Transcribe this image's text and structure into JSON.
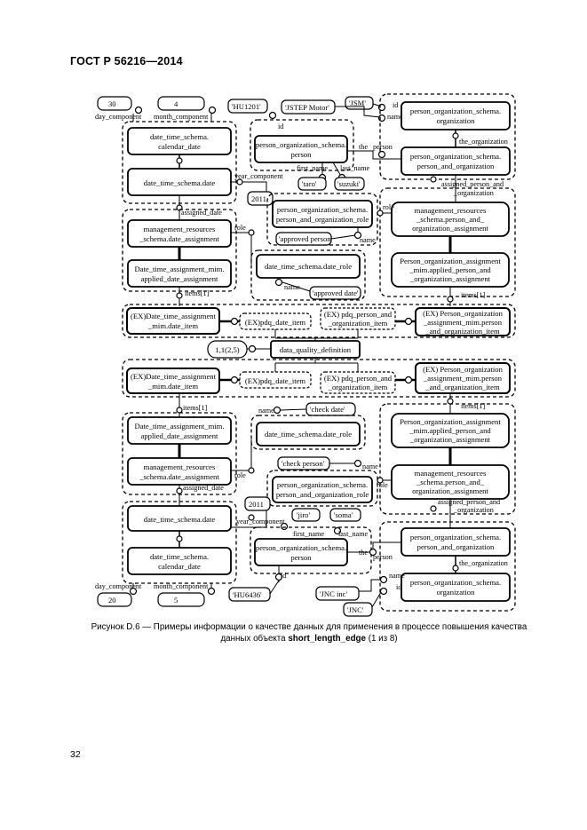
{
  "header": "ГОСТ Р 56216—2014",
  "page_number": "32",
  "caption": {
    "prefix": "Рисунок D.6 — Примеры информации о качестве данных для применения в процессе повышения качества данных объекта ",
    "bold": "short_length_edge",
    "suffix": " (1 из 8)"
  },
  "diagram": {
    "values": {
      "day30": "30",
      "month4": "4",
      "hu1201": "'HU1201'",
      "jstep": "'JSTEP Motor'",
      "jsm": "'JSM'",
      "taro": "'taro'",
      "suzuki": "'suzuki'",
      "y2011a": "2011",
      "approved_person": "'approved person'",
      "approved_date": "'approved date'",
      "ratio": "1,1(2,5)",
      "check_date": "'check date'",
      "check_person": "'check person'",
      "y2011b": "2011",
      "jiro": "'jiro'",
      "soma": "'soma'",
      "day20": "20",
      "month5": "5",
      "hu6436": "'HU6436'",
      "jnc_inc": "'JNC inc'",
      "jnc": "'JNC'"
    },
    "entities": {
      "cal_date_top": [
        "date_time_schema.",
        "calendar_date"
      ],
      "date_top": [
        "date_time_schema.date"
      ],
      "pos_person_top": [
        "person_organization_schema.",
        "person"
      ],
      "pos_org_top": [
        "person_organization_schema.",
        "organization"
      ],
      "pos_pao_top": [
        "person_organization_schema.",
        "person_and_organization"
      ],
      "pao_role_top": [
        "person_organization_schema.",
        "person_and_organization_role"
      ],
      "mr_pao_assign_top": [
        "management_resources",
        "_schema.person_and_",
        "organization_assignment"
      ],
      "mr_date_assign_top": [
        "management_resources",
        "_schema.date_assignment"
      ],
      "applied_date_top": [
        "Date_time_assignment_mim.",
        "applied_date_assignment"
      ],
      "date_role_top": [
        "date_time_schema.date_role"
      ],
      "applied_pao_top": [
        "Person_organization_assignment",
        "_mim.applied_person_and",
        "_organization_assignment"
      ],
      "ex_date_item_top": [
        "(EX)Date_time_assignment",
        "_mim.date_item"
      ],
      "ex_pdq_date_top": [
        "(EX)pdq_date_item"
      ],
      "ex_pdq_pao_top": [
        "(EX) pdq_person_and",
        "_organization_item"
      ],
      "ex_pao_item_top": [
        "(EX) Person_organization",
        "_assignment_mim.person",
        "_and_organization_item"
      ],
      "dq_def": [
        "data_quality_definition"
      ],
      "ex_date_item_bot": [
        "(EX)Date_time_assignment",
        "_mim.date_item"
      ],
      "ex_pdq_date_bot": [
        "(EX)pdq_date_item"
      ],
      "ex_pdq_pao_bot": [
        "(EX) pdq_person_and",
        "_organization_item"
      ],
      "ex_pao_item_bot": [
        "(EX) Person_organization",
        "_assignment_mim.person",
        "_and_organization_item"
      ],
      "applied_date_bot": [
        "Date_time_assignment_mim.",
        "applied_date_assignment"
      ],
      "date_role_bot": [
        "date_time_schema.date_role"
      ],
      "applied_pao_bot": [
        "Person_organization_assignment",
        "_mim.applied_person_and",
        "_organization_assignment"
      ],
      "mr_date_assign_bot": [
        "management_resources",
        "_schema.date_assignment"
      ],
      "pao_role_bot": [
        "person_organization_schema.",
        "person_and_organization_role"
      ],
      "mr_pao_assign_bot": [
        "management_resources",
        "_schema.person_and_",
        "organization_assignment"
      ],
      "date_bot": [
        "date_time_schema.date"
      ],
      "pos_pao_bot": [
        "person_organization_schema.",
        "person_and_organization"
      ],
      "pos_person_bot": [
        "person_organization_schema.",
        "person"
      ],
      "cal_date_bot": [
        "date_time_schema.",
        "calendar_date"
      ],
      "pos_org_bot": [
        "person_organization_schema.",
        "organization"
      ]
    },
    "labels": {
      "day_component": "day_component",
      "month_component": "month_component",
      "id": "id",
      "name": "name",
      "the_organization": "the_organization",
      "the_person": "the_person",
      "first_name": "first_name",
      "last_name": "last_name",
      "year_component": "year_component",
      "assigned_person_and": "assigned_person_and",
      "organization": "_organization",
      "assigned_date": "assigned_date",
      "role": "role",
      "items1": "items[1]",
      "the": "the",
      "person": "person"
    }
  }
}
